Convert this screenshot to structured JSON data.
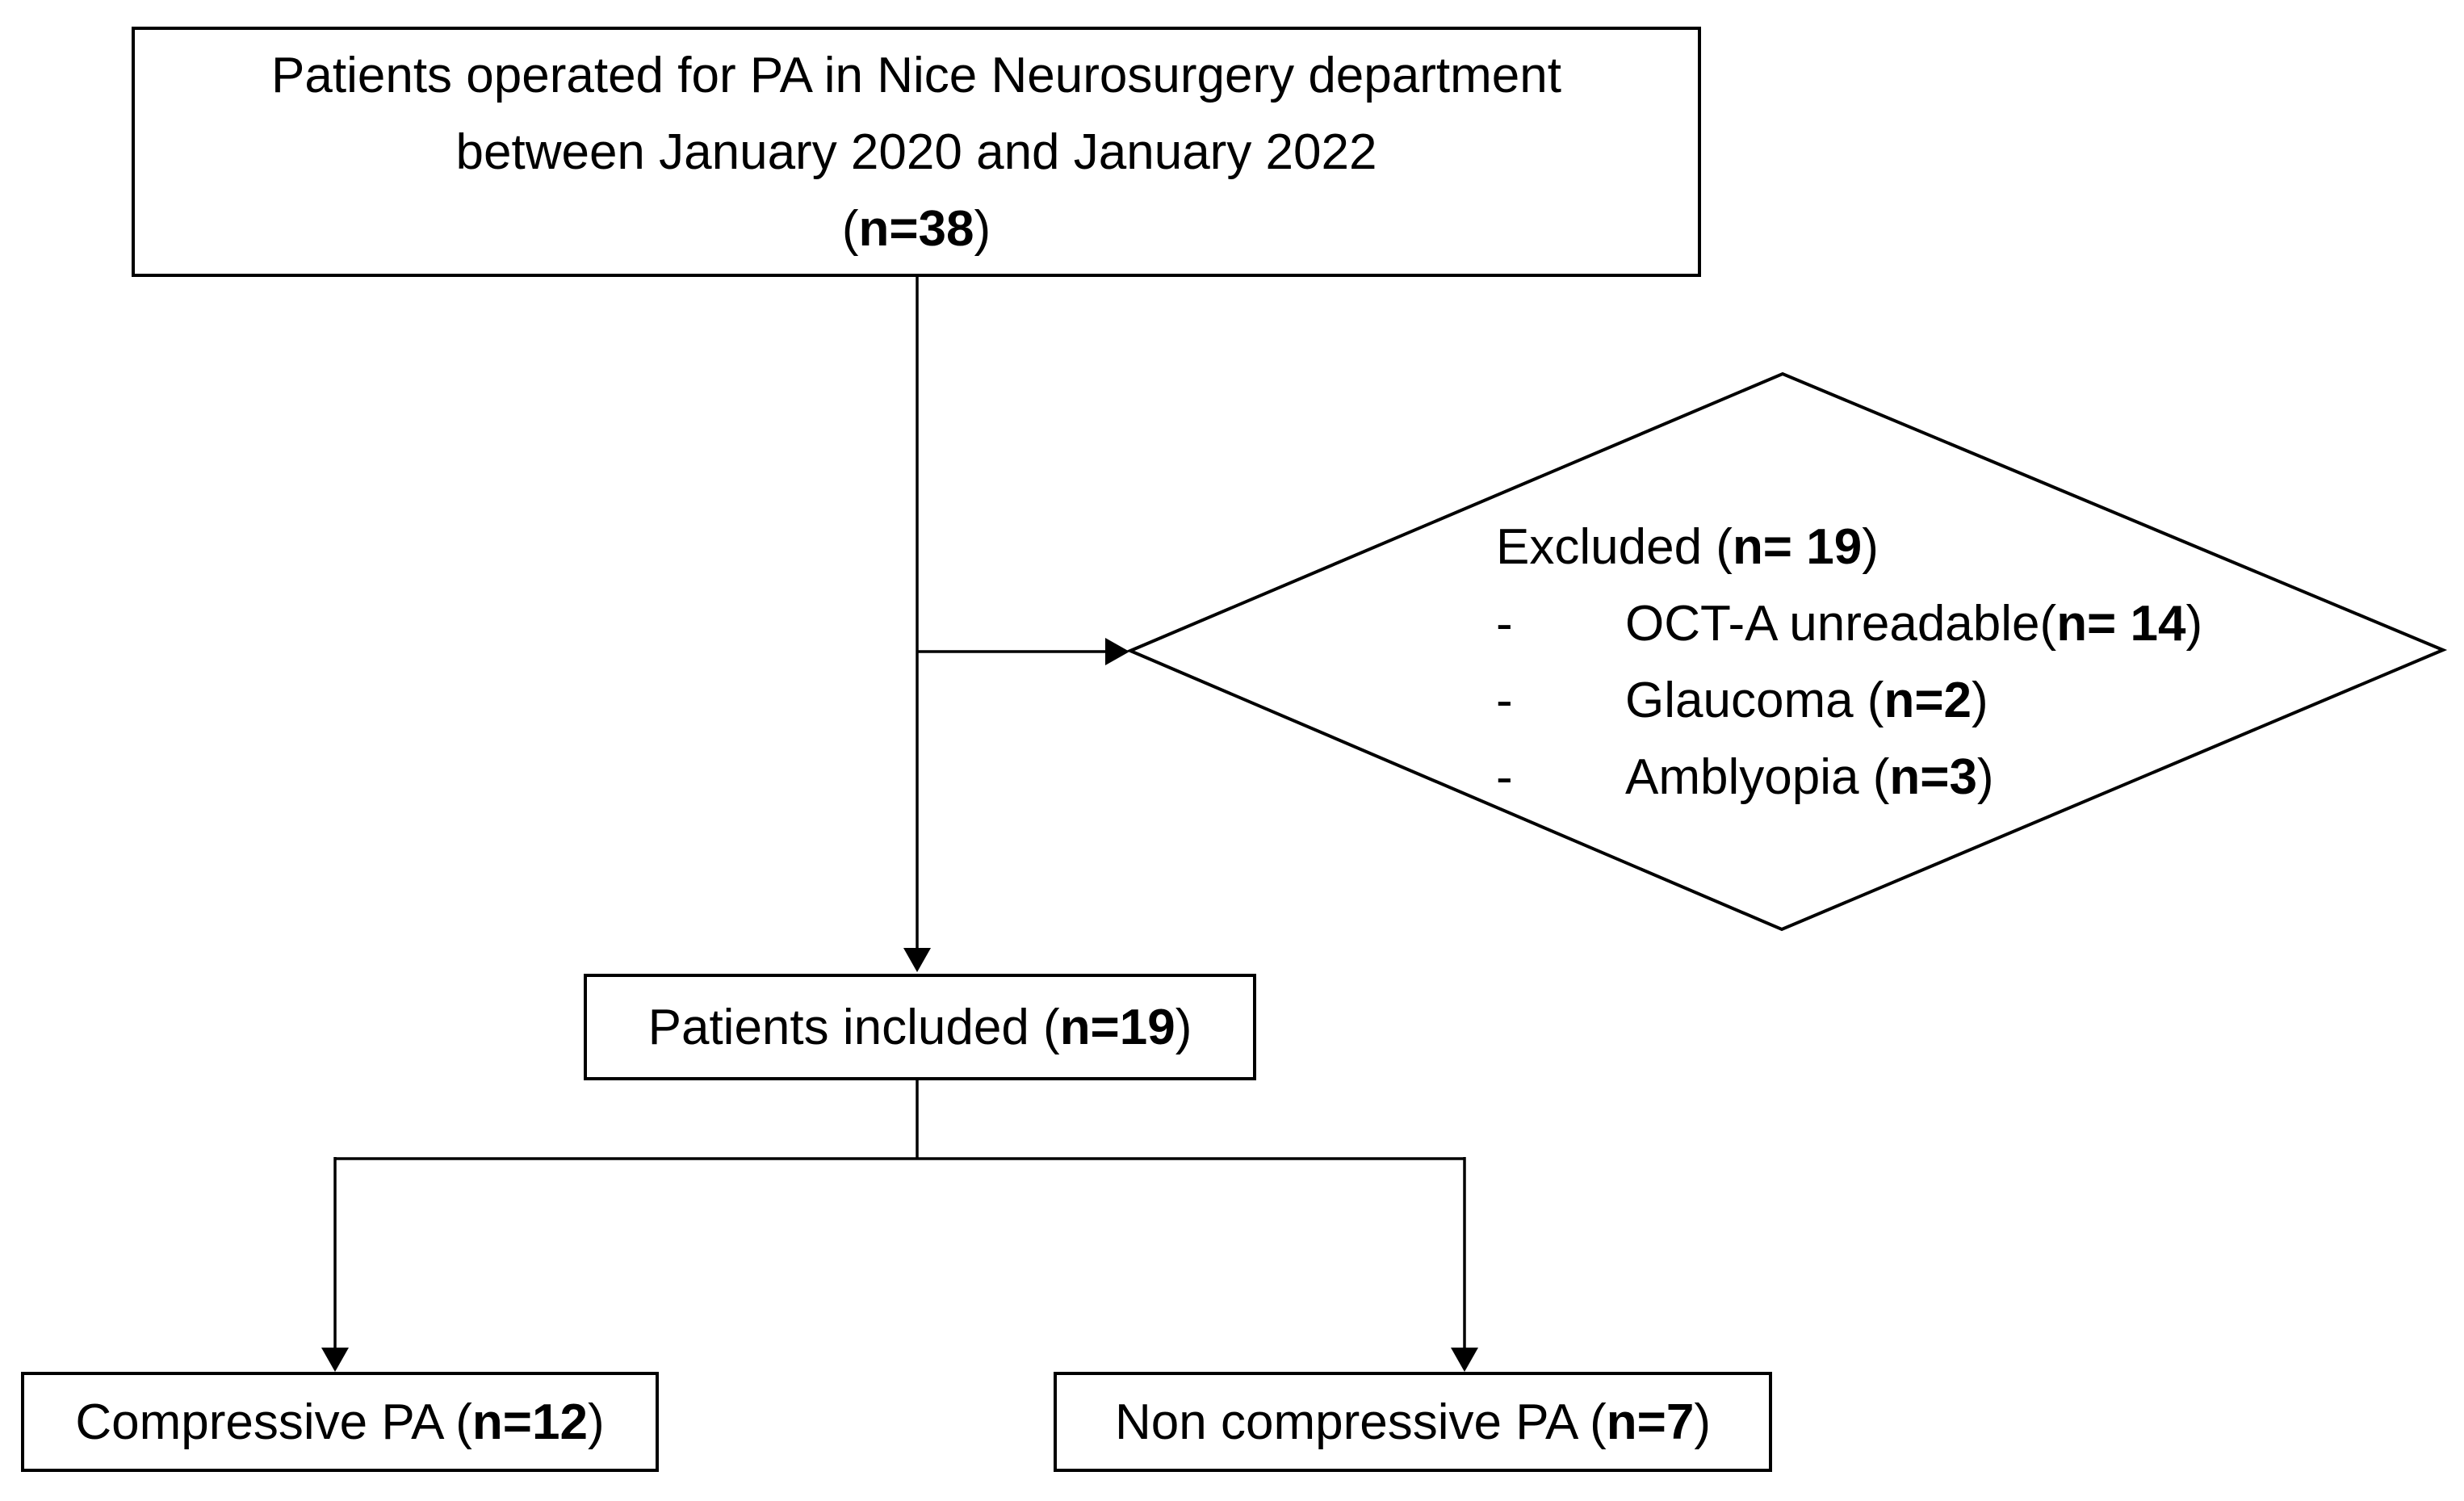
{
  "colors": {
    "line": "#000000",
    "box_fill": "#ffffff",
    "text": "#000000",
    "background": "#ffffff"
  },
  "top_box": {
    "line1": "Patients operated for PA in Nice Neurosurgery department",
    "line2": "between January 2020 and January 2022",
    "count_pre": "(",
    "count_bold": "n=38",
    "count_post": ")"
  },
  "excluded": {
    "bullet": "-",
    "title_pre": "Excluded (",
    "title_bold": "n= 19",
    "title_post": ")",
    "items": [
      {
        "pre": "OCT-A unreadable(",
        "bold": "n= 14",
        "post": ")"
      },
      {
        "pre": "Glaucoma (",
        "bold": "n=2",
        "post": ")"
      },
      {
        "pre": "Amblyopia (",
        "bold": "n=3",
        "post": ")"
      }
    ]
  },
  "included_box": {
    "pre": "Patients included (",
    "bold": "n=19",
    "post": ")"
  },
  "compressive_box": {
    "pre": "Compressive PA (",
    "bold": "n=12",
    "post": ")"
  },
  "non_compressive_box": {
    "pre": "Non compressive PA (",
    "bold": "n=7",
    "post": ")"
  }
}
